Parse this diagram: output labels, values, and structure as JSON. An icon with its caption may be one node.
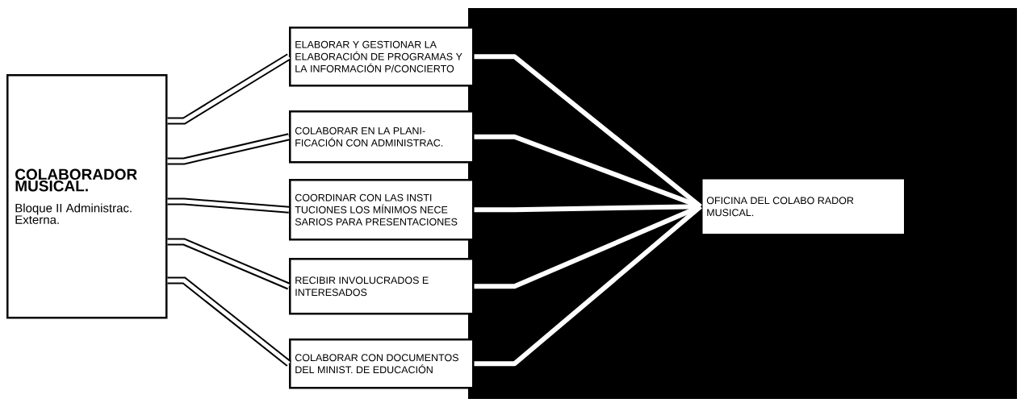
{
  "diagram": {
    "nodes": [
      {
        "text": [
          "COLABORADOR MUSICAL.",
          "Bloque II Administrac. Externa."
        ]
      },
      {
        "text": [
          "ELABORAR Y GESTIONAR LA ELABORACIÓN DE PROGRAMAS Y LA INFORMACIÓN P/CONCIERTO"
        ]
      },
      {
        "text": [
          "COLABORAR EN LA PLANI- FICACIÓN CON ADMINISTRAC."
        ]
      },
      {
        "text": [
          "COORDINAR CON LAS INSTI TUCIONES LOS MÍNIMOS NECE SARIOS PARA PRESENTACIONES"
        ]
      },
      {
        "text": [
          "RECIBIR INVOLUCRADOS E INTERESADOS"
        ]
      },
      {
        "text": [
          "COLABORAR CON DOCUMENTOS DEL MINIST. DE EDUCACIÓN"
        ]
      },
      {
        "text": [
          "OFICINA DEL COLABO RADOR MUSICAL."
        ]
      }
    ],
    "edges": [
      {
        "from": 0,
        "to": 1,
        "arrow": "none"
      },
      {
        "from": 0,
        "to": 2,
        "arrow": "none"
      },
      {
        "from": 0,
        "to": 3,
        "arrow": "none"
      },
      {
        "from": 0,
        "to": 4,
        "arrow": "none"
      },
      {
        "from": 0,
        "to": 5,
        "arrow": "none"
      },
      {
        "from": 1,
        "to": 6,
        "arrow": "none",
        "color": "#ffffff"
      },
      {
        "from": 2,
        "to": 6,
        "arrow": "none",
        "color": "#ffffff"
      },
      {
        "from": 3,
        "to": 6,
        "arrow": "none",
        "color": "#ffffff"
      },
      {
        "from": 4,
        "to": 6,
        "arrow": "none",
        "color": "#ffffff"
      },
      {
        "from": 5,
        "to": 6,
        "arrow": "none",
        "color": "#ffffff"
      }
    ]
  }
}
